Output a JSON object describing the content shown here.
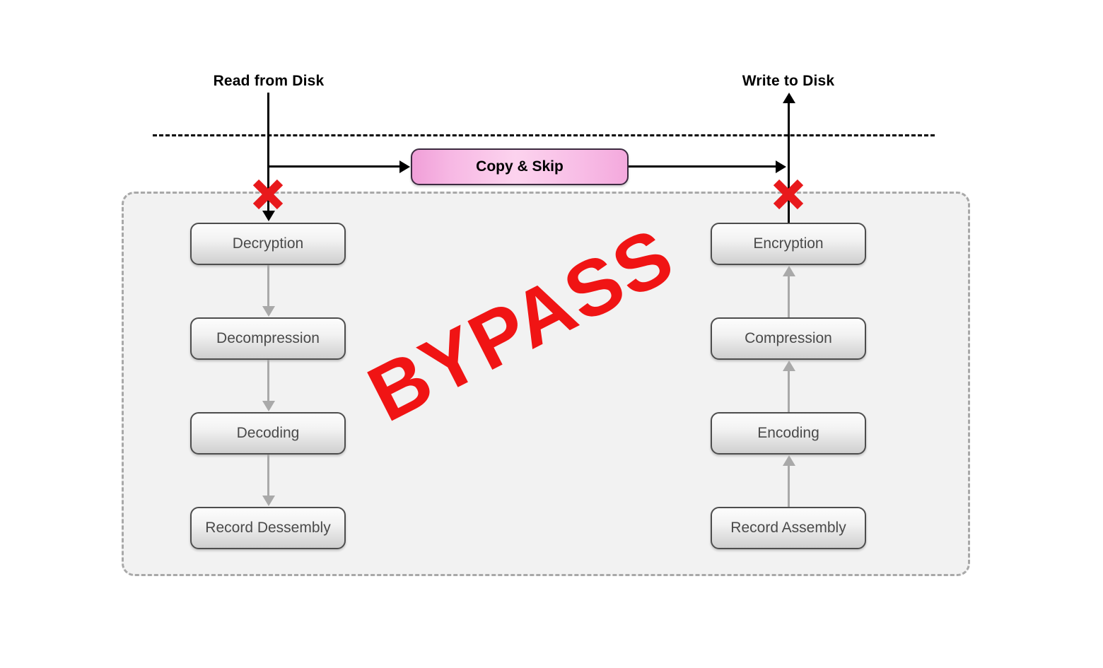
{
  "diagram": {
    "title": "Storage pipeline bypass diagram",
    "watermark": "BYPASS",
    "boundary_line_style": "dashed",
    "colors": {
      "watermark_red": "#f01414",
      "x_marker_red": "#e8191c",
      "copy_skip_pink": "#f7b8e4",
      "box_grey": "#dcdcdc",
      "box_border": "#4d4d4d",
      "container_border": "#a8a8a8",
      "container_fill": "#f2f2f2",
      "connector_grey": "#a9a9a9",
      "text_dark": "#4a4a4a"
    }
  },
  "endpoints": {
    "read": "Read from Disk",
    "write": "Write to Disk"
  },
  "shortcut": {
    "label": "Copy & Skip"
  },
  "markers": [
    {
      "name": "blocked-read-path",
      "glyph": "x-mark"
    },
    {
      "name": "blocked-write-path",
      "glyph": "x-mark"
    }
  ],
  "pipeline": {
    "read_path": {
      "name": "decode-pipeline",
      "direction": "down",
      "stages": [
        {
          "label": "Decryption"
        },
        {
          "label": "Decompression"
        },
        {
          "label": "Decoding"
        },
        {
          "label": "Record Dessembly"
        }
      ]
    },
    "write_path": {
      "name": "encode-pipeline",
      "direction": "up",
      "stages": [
        {
          "label": "Encryption"
        },
        {
          "label": "Compression"
        },
        {
          "label": "Encoding"
        },
        {
          "label": "Record Assembly"
        }
      ]
    }
  }
}
